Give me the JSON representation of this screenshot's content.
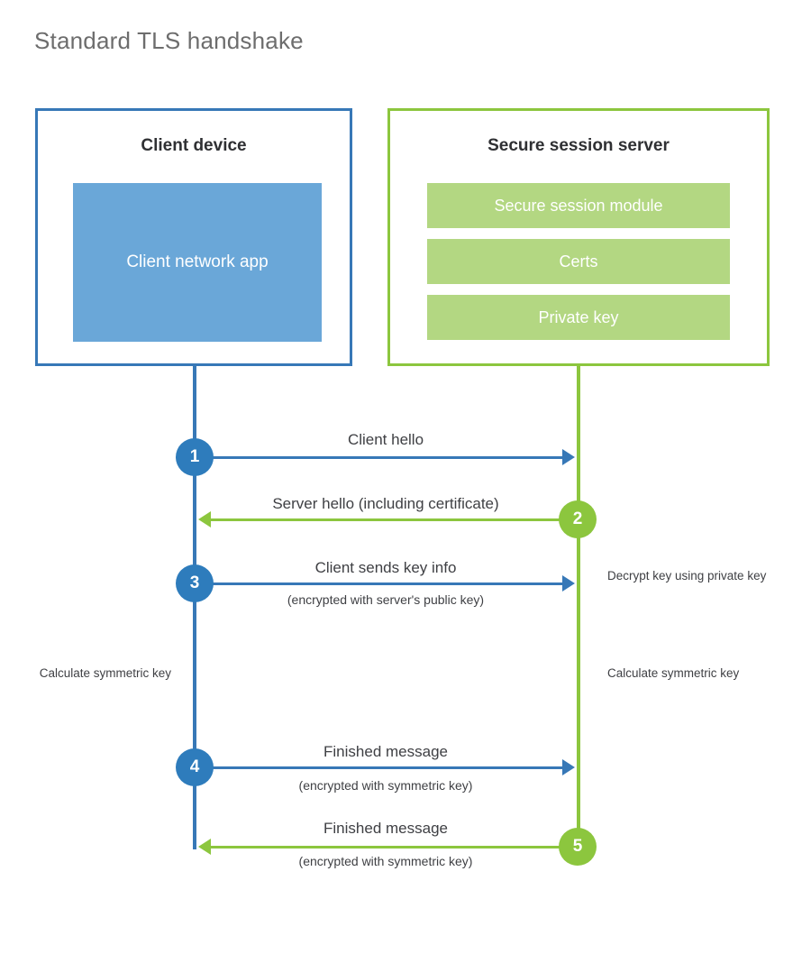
{
  "title": "Standard TLS handshake",
  "colors": {
    "client_accent": "#3778b7",
    "client_circle": "#2e7cbc",
    "client_app_fill": "#6aa7d8",
    "server_accent": "#8cc63e",
    "server_bar_fill": "#b3d782",
    "text": "#3f4044",
    "title_text": "#6d6d6d",
    "background": "#ffffff"
  },
  "client": {
    "title": "Client device",
    "app_label": "Client network app"
  },
  "server": {
    "title": "Secure session server",
    "components": [
      {
        "label": "Secure session module"
      },
      {
        "label": "Certs"
      },
      {
        "label": "Private key"
      }
    ]
  },
  "steps": [
    {
      "number": "1",
      "main": "Client hello",
      "sub": "",
      "direction": "client-to-server",
      "side": "client"
    },
    {
      "number": "2",
      "main": "Server hello (including certificate)",
      "sub": "",
      "direction": "server-to-client",
      "side": "server"
    },
    {
      "number": "3",
      "main": "Client sends key info",
      "sub": "(encrypted with server's public key)",
      "direction": "client-to-server",
      "side": "client"
    },
    {
      "number": "4",
      "main": "Finished message",
      "sub": "(encrypted with symmetric key)",
      "direction": "client-to-server",
      "side": "client"
    },
    {
      "number": "5",
      "main": "Finished message",
      "sub": "(encrypted with symmetric key)",
      "direction": "server-to-client",
      "side": "server"
    }
  ],
  "annotations": {
    "decrypt_key": "Decrypt key using private key",
    "client_calculate": "Calculate symmetric key",
    "server_calculate": "Calculate symmetric key"
  }
}
